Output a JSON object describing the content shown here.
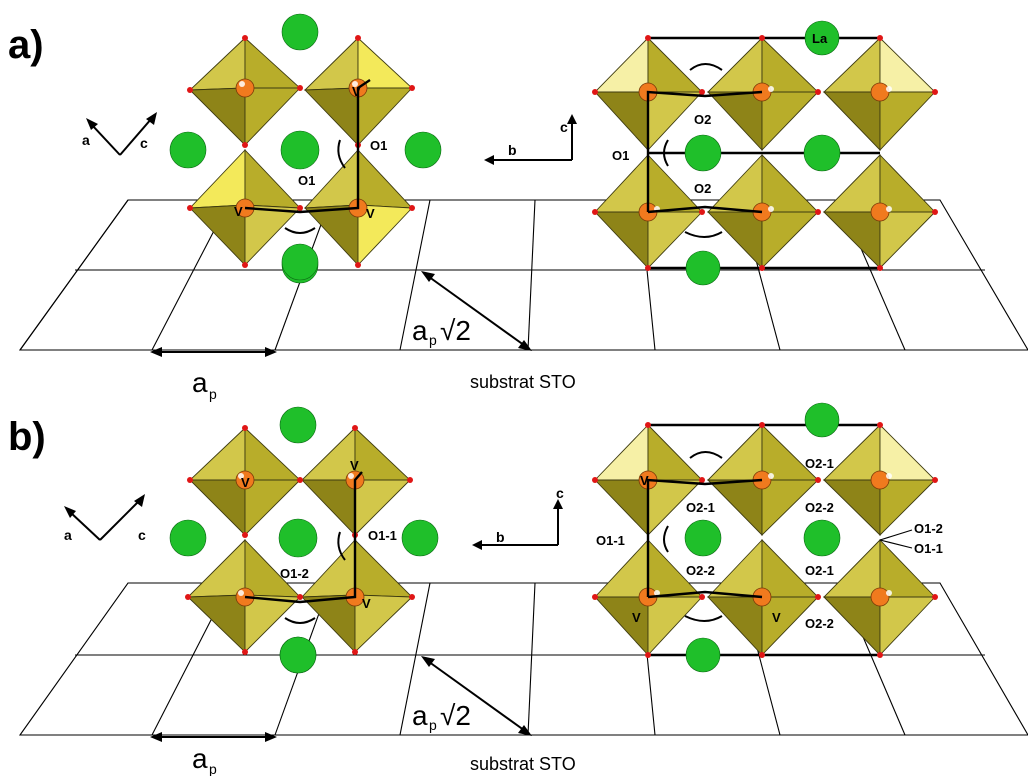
{
  "panels": [
    {
      "id": "a",
      "label": "a)",
      "axes_left": {
        "a": "a",
        "c": "c"
      },
      "axes_right": {
        "b": "b",
        "c": "c"
      },
      "labels_left": [
        "O1",
        "O1",
        "V",
        "V",
        "V"
      ],
      "labels_right": [
        "La",
        "O2",
        "O1",
        "O2"
      ],
      "ap": "a",
      "ap_sub": "p",
      "ap_sqrt": "√2",
      "substrate": "substrat STO"
    },
    {
      "id": "b",
      "label": "b)",
      "axes_left": {
        "a": "a",
        "c": "c"
      },
      "axes_right": {
        "b": "b",
        "c": "c"
      },
      "labels_left": [
        "O1-1",
        "O1-2",
        "V",
        "V",
        "V"
      ],
      "labels_right": [
        "O2-1",
        "O2-1",
        "O2-2",
        "O1-1",
        "O2-2",
        "O2-1",
        "O1-2",
        "O1-1",
        "O2-2",
        "V",
        "V",
        "V"
      ],
      "ap": "a",
      "ap_sub": "p",
      "ap_sqrt": "√2",
      "substrate": "substrat STO"
    }
  ],
  "colors": {
    "octahedron": "#b8ad2a",
    "v_atom": "#f07a1e",
    "o_atom": "#e01616",
    "la_atom": "#1fbf2a"
  }
}
